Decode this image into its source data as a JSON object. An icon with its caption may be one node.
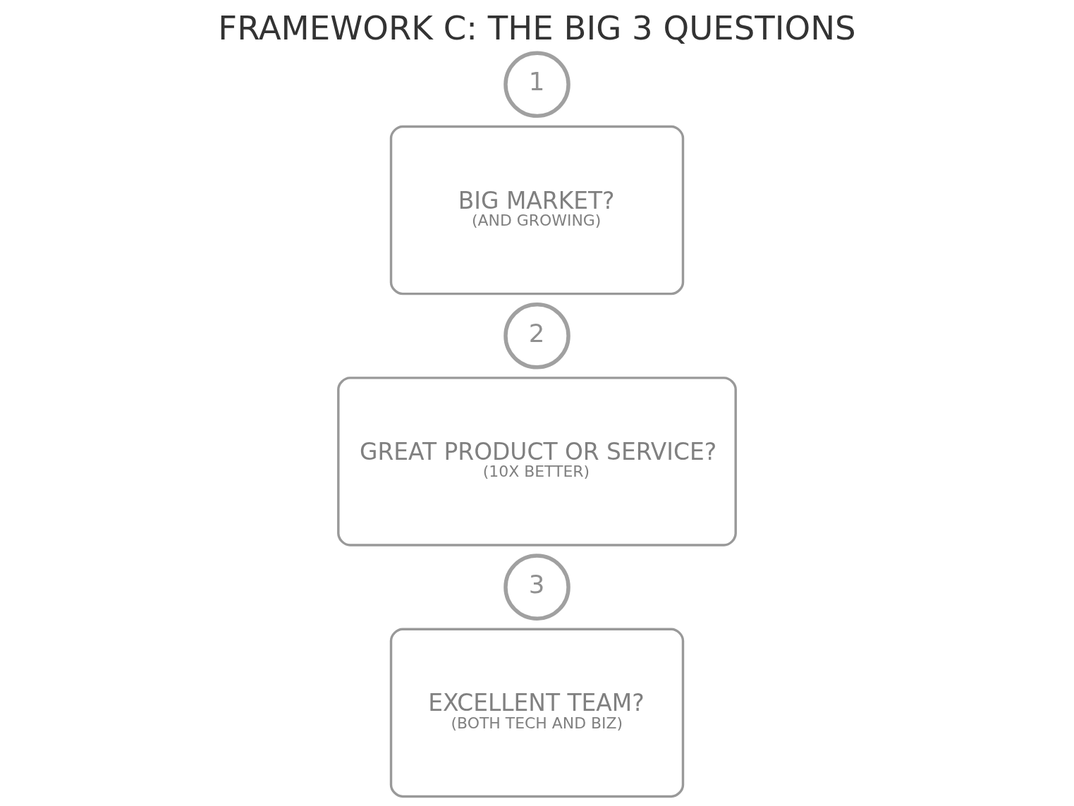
{
  "diagram": {
    "title": "FRAMEWORK C: THE BIG 3 QUESTIONS",
    "nodes": [
      {
        "text": [
          "1"
        ]
      },
      {
        "text": [
          "BIG MARKET?",
          "(AND GROWING)"
        ]
      },
      {
        "text": [
          "2"
        ]
      },
      {
        "text": [
          "GREAT PRODUCT OR SERVICE?",
          "(10X BETTER)"
        ]
      },
      {
        "text": [
          "3"
        ]
      },
      {
        "text": [
          "EXCELLENT TEAM?",
          "(BOTH TECH AND BIZ)"
        ]
      }
    ],
    "edges": []
  }
}
